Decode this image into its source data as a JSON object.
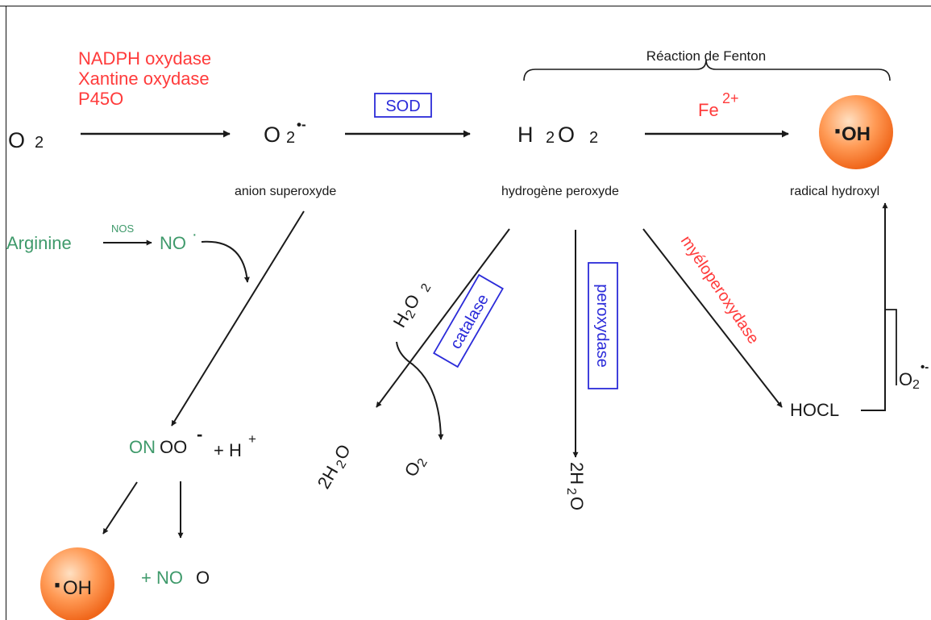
{
  "colors": {
    "red": "#ff3b3b",
    "green": "#3f9a6b",
    "blue": "#2b2bd9",
    "black": "#1a1a1a",
    "orange_light": "#ffc08a",
    "orange_dark": "#f06a1e"
  },
  "enzymes_top": {
    "line1": "NADPH oxydase",
    "line2": "Xantine oxydase",
    "line3": "P45O"
  },
  "species": {
    "o2": "O",
    "o2_sub": "2",
    "superoxide": "O",
    "superoxide_sub": "2",
    "superoxide_charge": "•-",
    "h2o2": "H",
    "h2o2_sub1": "2",
    "h2o2_mid": "O",
    "h2o2_sub2": "2",
    "oh_dot": "·",
    "oh_text": "OH"
  },
  "labels": {
    "sod": "SOD",
    "fenton": "Réaction de Fenton",
    "fe": "Fe",
    "fe_sup": "2+",
    "anion_superoxyde": "anion superoxyde",
    "hydrogene_peroxyde": "hydrogène peroxyde",
    "radical_hydroxyl": "radical hydroxyl"
  },
  "no_pathway": {
    "arginine": "Arginine",
    "nos": "NOS",
    "no": "NO",
    "no_dot": "·"
  },
  "peroxynitrite": {
    "on": "ON",
    "oo": "OO",
    "charge": "-",
    "plus_h": "+ H",
    "h_sup": "+",
    "plus_no": "+ NO",
    "o_end": "O"
  },
  "catalase_branch": {
    "h2o2_a": "H",
    "h2o2_sub1": "2",
    "h2o2_b": " O",
    "h2o2_sub2": "2",
    "catalase": "catalase",
    "water_a": "2H",
    "water_sub": "2",
    "water_b": " O",
    "o2_a": "O",
    "o2_sub": "2"
  },
  "peroxydase_branch": {
    "peroxydase": "peroxydase",
    "water_a": "2H",
    "water_sub": "2",
    "water_b": "O"
  },
  "mpo_branch": {
    "myeloperoxydase": "myéloperoxydase",
    "hocl": "HOCL",
    "o2_a": "O",
    "o2_sub": "2",
    "o2_charge": "•-"
  }
}
